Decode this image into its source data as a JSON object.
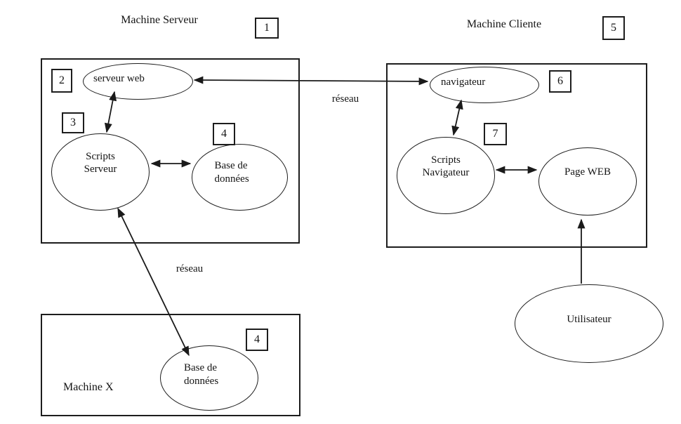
{
  "diagram": {
    "titles": {
      "server_machine": "Machine Serveur",
      "client_machine": "Machine Cliente",
      "machine_x": "Machine X"
    },
    "badges": {
      "n1": "1",
      "n2": "2",
      "n3": "3",
      "n4_server": "4",
      "n5": "5",
      "n6": "6",
      "n7": "7",
      "n4_machine_x": "4"
    },
    "nodes": {
      "web_server": "serveur web",
      "server_scripts": "Scripts Serveur",
      "server_database": "Base de données",
      "browser": "navigateur",
      "browser_scripts": "Scripts Navigateur",
      "web_page": "Page WEB",
      "machine_x_database": "Base de données",
      "user": "Utilisateur"
    },
    "edge_labels": {
      "network_top": "réseau",
      "network_bottom": "réseau"
    },
    "colors": {
      "line": "#1d1d1d",
      "text": "#141414",
      "background": "#ffffff"
    }
  }
}
